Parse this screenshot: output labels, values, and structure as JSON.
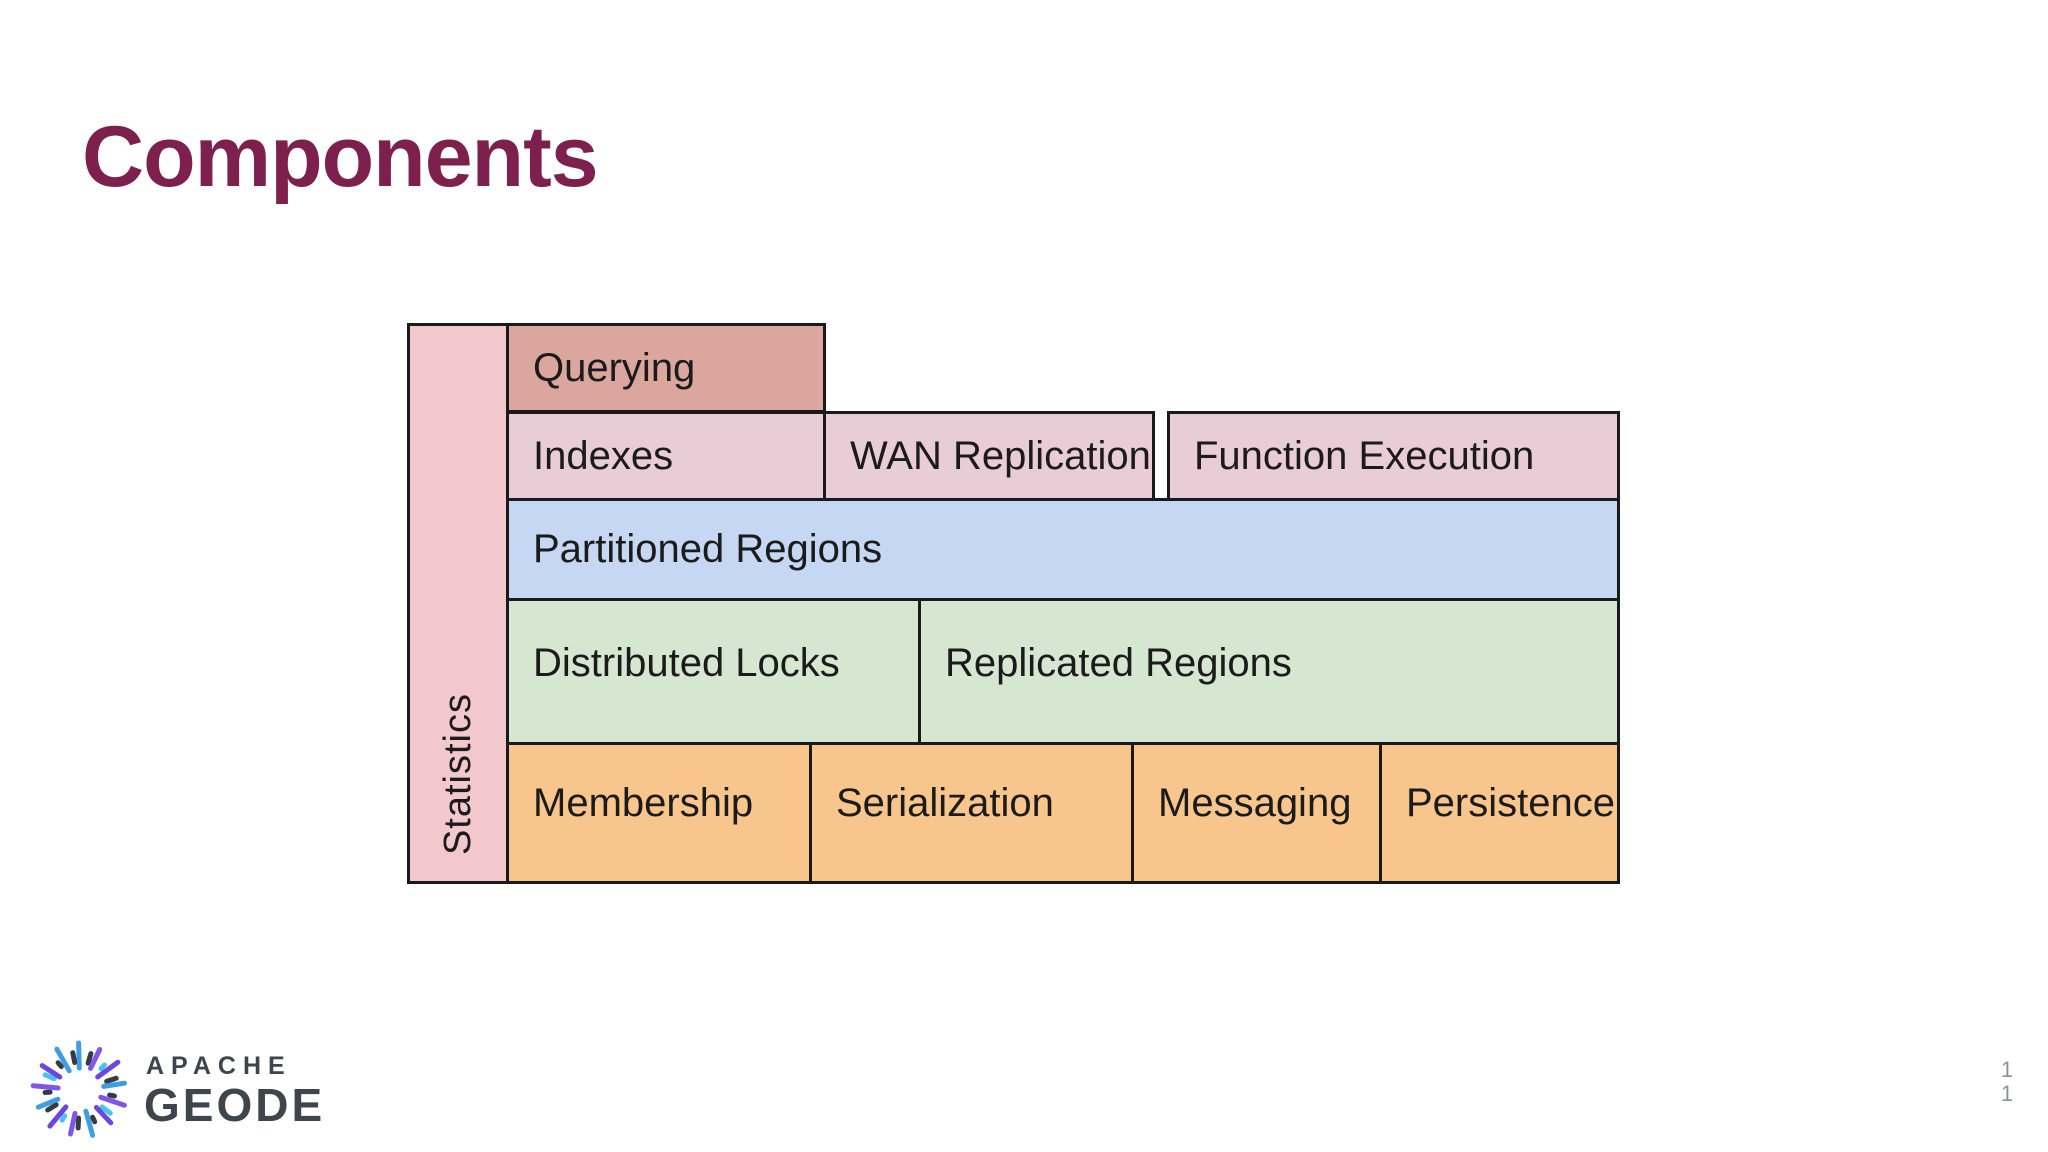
{
  "slide": {
    "title": "Components",
    "page_numbers": [
      "1",
      "1"
    ]
  },
  "logo": {
    "brand_top": "APACHE",
    "brand_bottom": "GEODE",
    "burst_colors": [
      "#3f9de4",
      "#343b43",
      "#7e57e8",
      "#49c3f2",
      "#6b46df",
      "#343b43"
    ]
  },
  "diagram": {
    "side_label": "Statistics",
    "rows": [
      {
        "name": "querying",
        "cells": [
          "Querying"
        ]
      },
      {
        "name": "services",
        "cells": [
          "Indexes",
          "WAN Replication",
          "Function Execution"
        ]
      },
      {
        "name": "partitioned",
        "cells": [
          "Partitioned Regions"
        ]
      },
      {
        "name": "regions",
        "cells": [
          "Distributed Locks",
          "Replicated Regions"
        ]
      },
      {
        "name": "foundation",
        "cells": [
          "Membership",
          "Serialization",
          "Messaging",
          "Persistence"
        ]
      }
    ],
    "colors": {
      "statistics_bar": "#f2c8cd",
      "querying": "#dba69d",
      "services_row": "#e8cdd6",
      "partitioned_row": "#c5d7f2",
      "regions_row": "#d5e7d0",
      "foundation_row": "#f8c68c",
      "border": "#1a1a1a",
      "title": "#7d204e"
    }
  }
}
